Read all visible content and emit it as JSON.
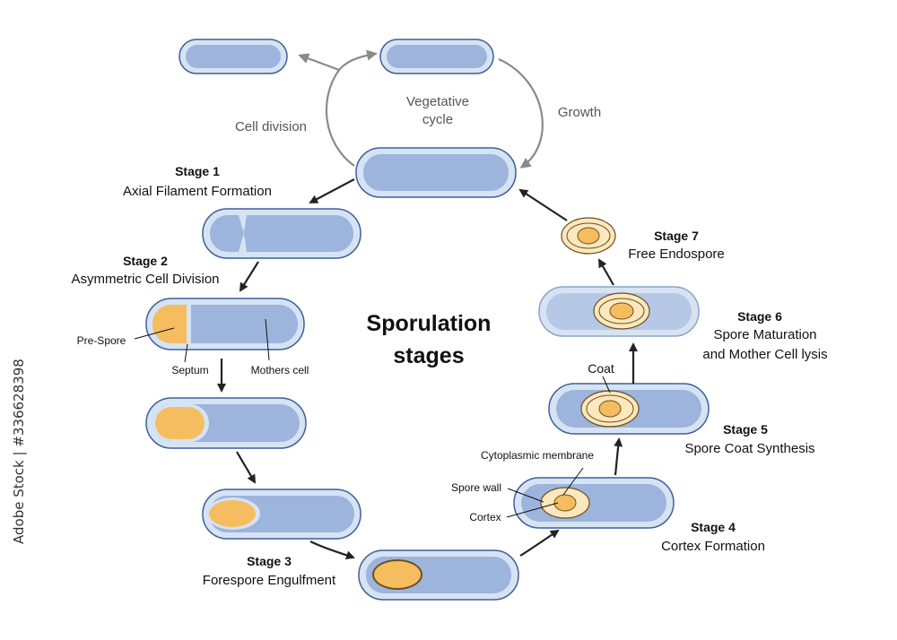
{
  "title": {
    "line1": "Sporulation",
    "line2": "stages"
  },
  "vegetative_cycle": {
    "label_line1": "Vegetative",
    "label_line2": "cycle",
    "cell_division": "Cell division",
    "growth": "Growth"
  },
  "stages": [
    {
      "num": "Stage 1",
      "name": "Axial Filament Formation"
    },
    {
      "num": "Stage 2",
      "name": "Asymmetric Cell Division"
    },
    {
      "num": "Stage 3",
      "name": "Forespore Engulfment"
    },
    {
      "num": "Stage 4",
      "name": "Cortex Formation"
    },
    {
      "num": "Stage 5",
      "name": "Spore Coat Synthesis"
    },
    {
      "num": "Stage 6",
      "name": "Spore Maturation",
      "name2": "and Mother Cell lysis"
    },
    {
      "num": "Stage 7",
      "name": "Free Endospore"
    }
  ],
  "labels": {
    "pre_spore": "Pre-Spore",
    "septum": "Septum",
    "mothers_cell": "Mothers cell",
    "cytoplasmic_membrane": "Cytoplasmic membrane",
    "spore_wall": "Spore wall",
    "cortex": "Cortex",
    "coat": "Coat"
  },
  "side_text": "Adobe Stock | #336628398",
  "colors": {
    "cell_fill": "#9db4dc",
    "cell_outline": "#3f5f99",
    "cell_wall": "#d6e3f3",
    "spore_orange": "#f6bd60",
    "spore_cream": "#fde7bd",
    "arrow_dark": "#222222",
    "arrow_gray": "#8a8a8a"
  }
}
